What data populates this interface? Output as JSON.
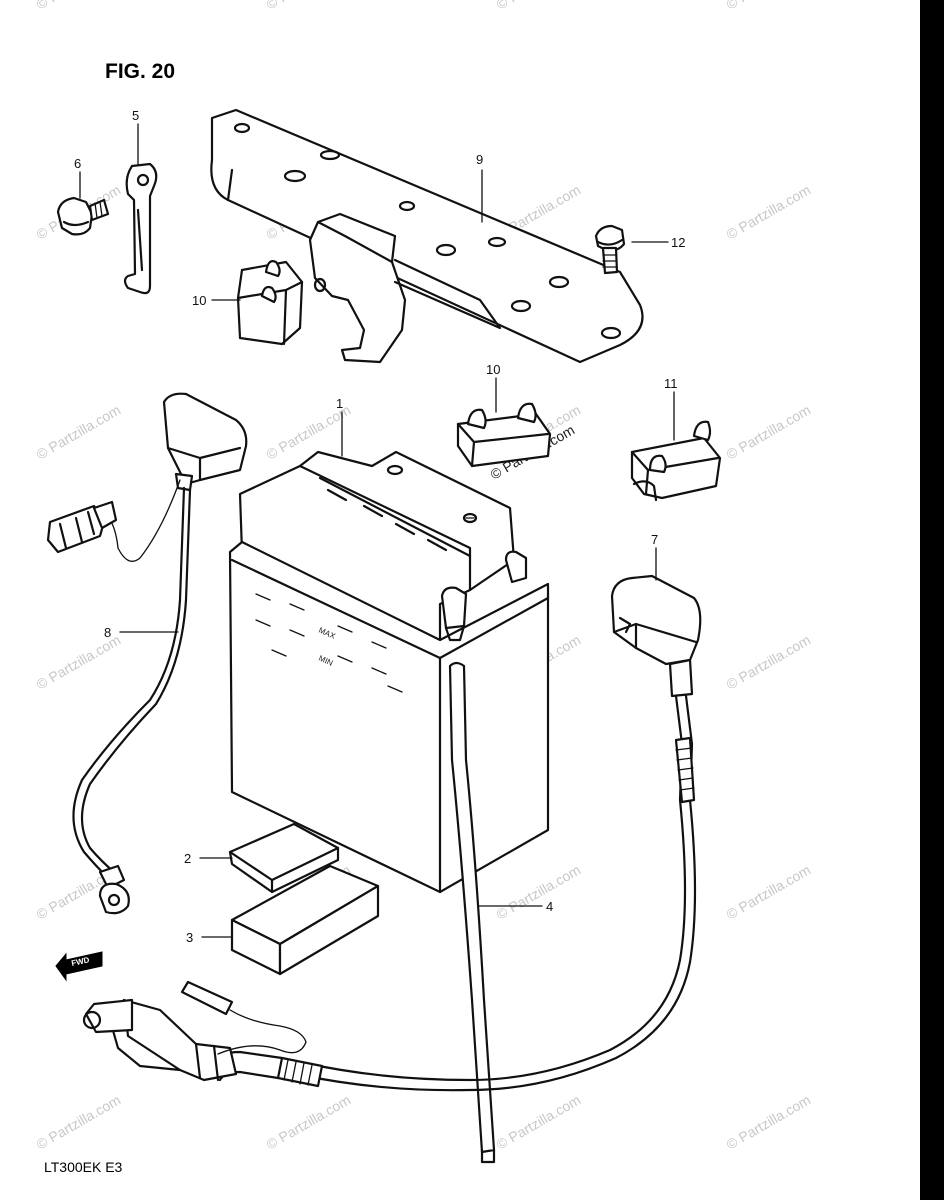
{
  "figure": {
    "title": "FIG. 20",
    "model_code": "LT300EK  E3"
  },
  "watermark": {
    "text": "© Partzilla.com"
  },
  "battery_markings": {
    "max": "MAX",
    "min": "MIN"
  },
  "direction_arrow": {
    "label": "FWD"
  },
  "callouts": [
    {
      "id": "1",
      "label": "1"
    },
    {
      "id": "2",
      "label": "2"
    },
    {
      "id": "3",
      "label": "3"
    },
    {
      "id": "4",
      "label": "4"
    },
    {
      "id": "5",
      "label": "5"
    },
    {
      "id": "6",
      "label": "6"
    },
    {
      "id": "7",
      "label": "7"
    },
    {
      "id": "8",
      "label": "8"
    },
    {
      "id": "9",
      "label": "9"
    },
    {
      "id": "10a",
      "label": "10"
    },
    {
      "id": "10b",
      "label": "10"
    },
    {
      "id": "11",
      "label": "11"
    },
    {
      "id": "12",
      "label": "12"
    }
  ],
  "colors": {
    "line": "#111111",
    "watermark": "#c8c8c8",
    "edge": "#000000"
  }
}
